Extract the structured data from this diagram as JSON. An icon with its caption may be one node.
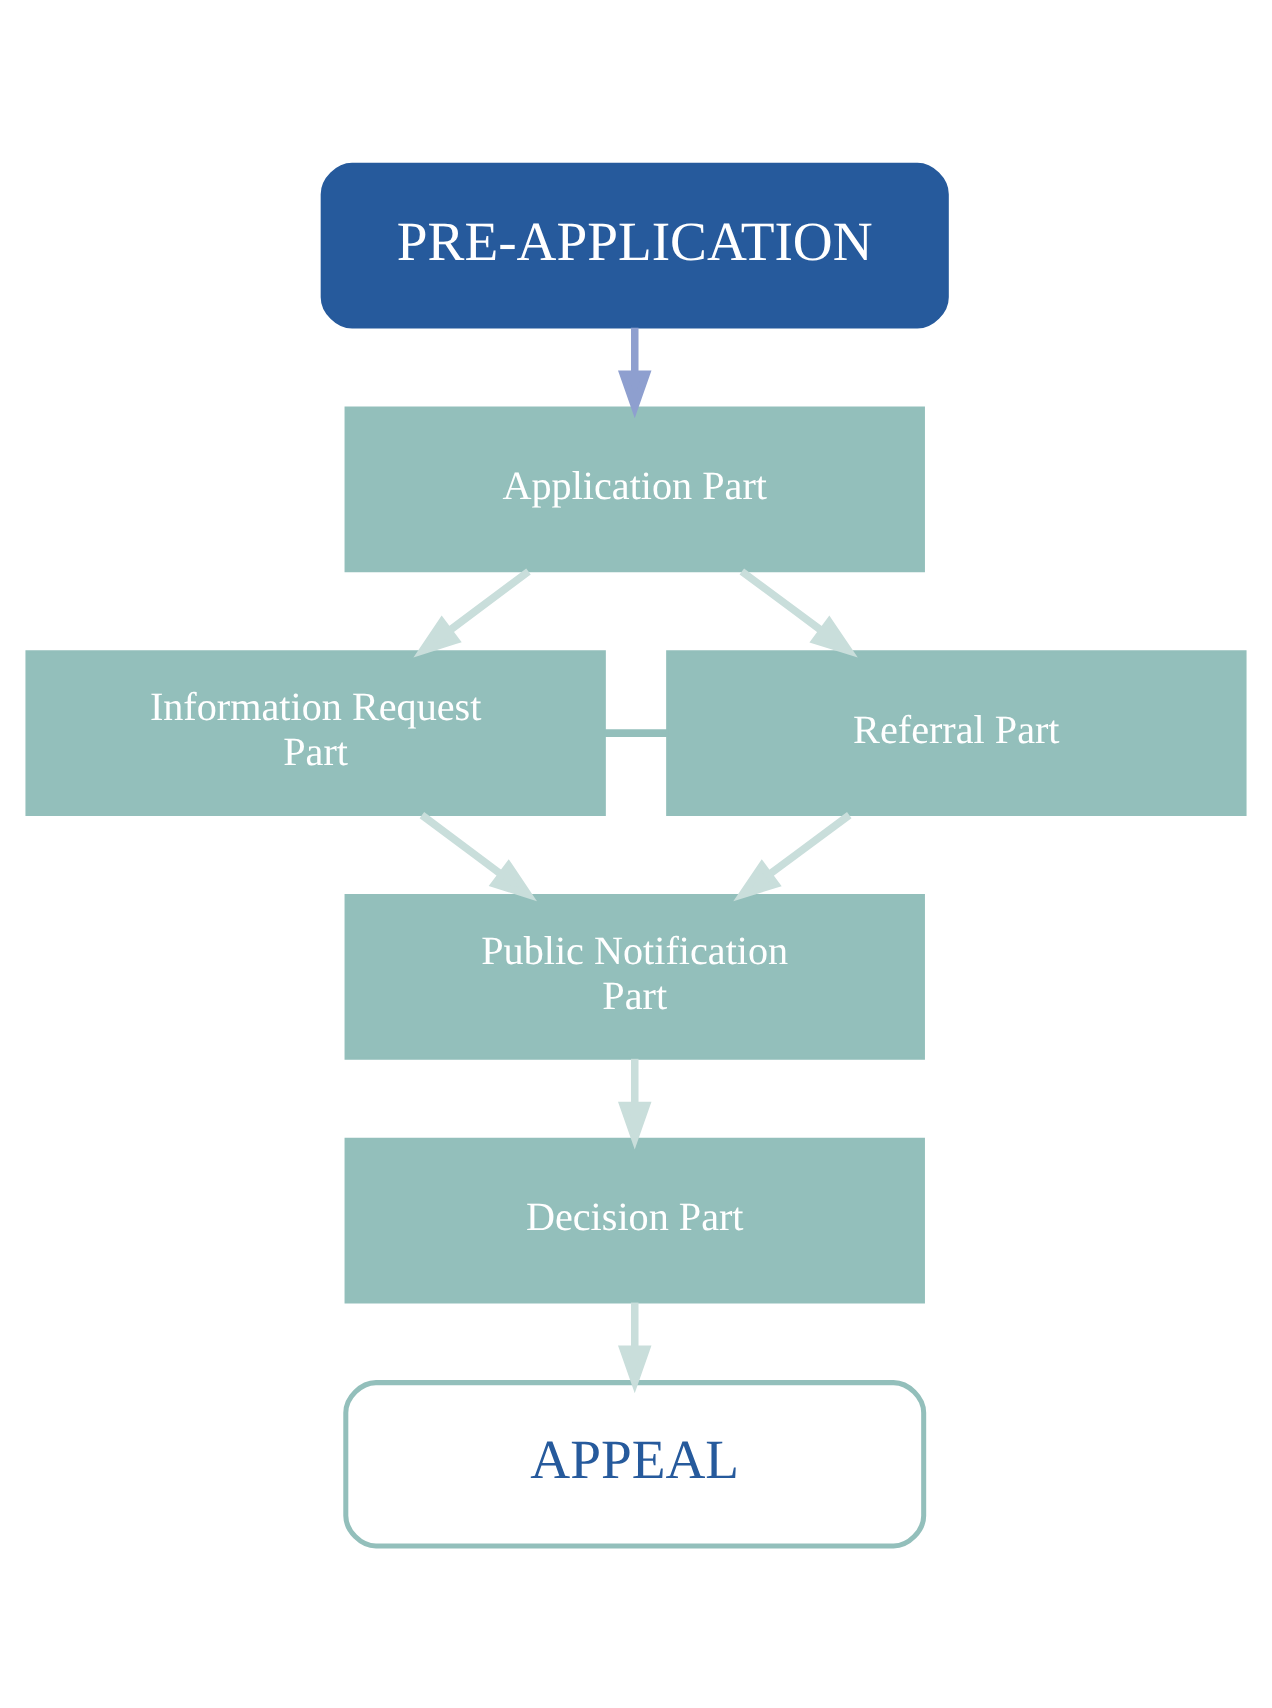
{
  "diagram": {
    "nodes": [
      {
        "text": [
          "PRE-APPLICATION"
        ]
      },
      {
        "text": [
          "Application Part"
        ]
      },
      {
        "text": [
          "Information Request Part"
        ]
      },
      {
        "text": [
          "Referral Part"
        ]
      },
      {
        "text": [
          "Public Notification Part"
        ]
      },
      {
        "text": [
          "Decision Part"
        ]
      },
      {
        "text": [
          "APPEAL"
        ]
      }
    ],
    "edges": [
      {
        "from": 0,
        "to": 1,
        "arrow": "to",
        "color": "#8e9fcf"
      },
      {
        "from": 1,
        "to": 2,
        "arrow": "to"
      },
      {
        "from": 1,
        "to": 3,
        "arrow": "to"
      },
      {
        "from": 2,
        "to": 3,
        "arrow": "none",
        "color": "#93bfbb"
      },
      {
        "from": 2,
        "to": 4,
        "arrow": "to"
      },
      {
        "from": 3,
        "to": 4,
        "arrow": "to"
      },
      {
        "from": 4,
        "to": 5,
        "arrow": "to"
      },
      {
        "from": 5,
        "to": 6,
        "arrow": "to"
      }
    ]
  }
}
